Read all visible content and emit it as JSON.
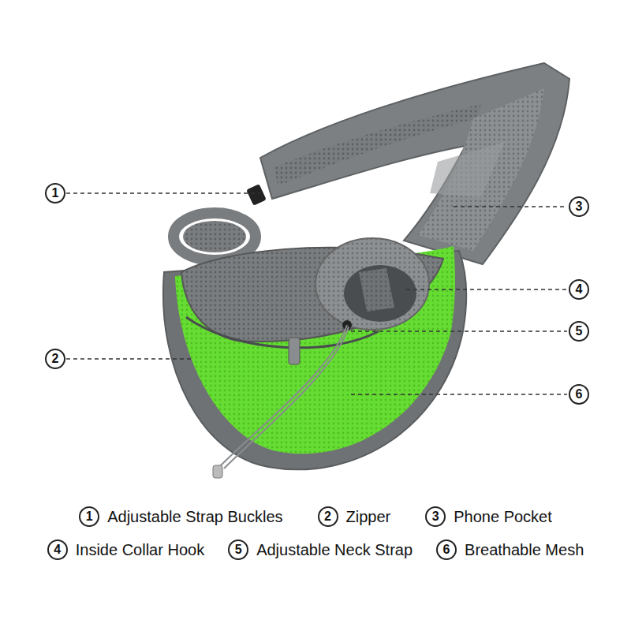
{
  "diagram": {
    "labels": [
      "1",
      "3",
      "4",
      "5",
      "2",
      "6",
      "1",
      "Adjustable Strap Buckles",
      "2",
      "Zipper",
      "3",
      "Phone Pocket",
      "4",
      "Inside Collar Hook",
      "5",
      "Adjustable Neck Strap",
      "6",
      "Breathable Mesh"
    ]
  }
}
